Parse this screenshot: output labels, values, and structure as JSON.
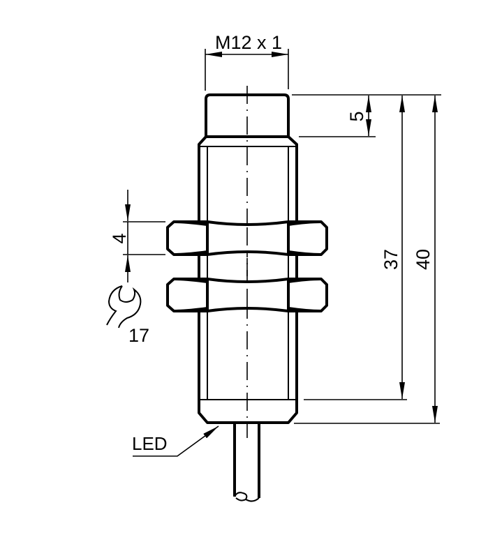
{
  "drawing": {
    "thread_label": "M12 x 1",
    "dim_cap_length": "5",
    "dim_thread_length": "37",
    "dim_total_length": "40",
    "dim_nut_height": "4",
    "wrench_size": "17",
    "led_label": "LED",
    "line_color": "#000000",
    "background_color": "#ffffff"
  }
}
